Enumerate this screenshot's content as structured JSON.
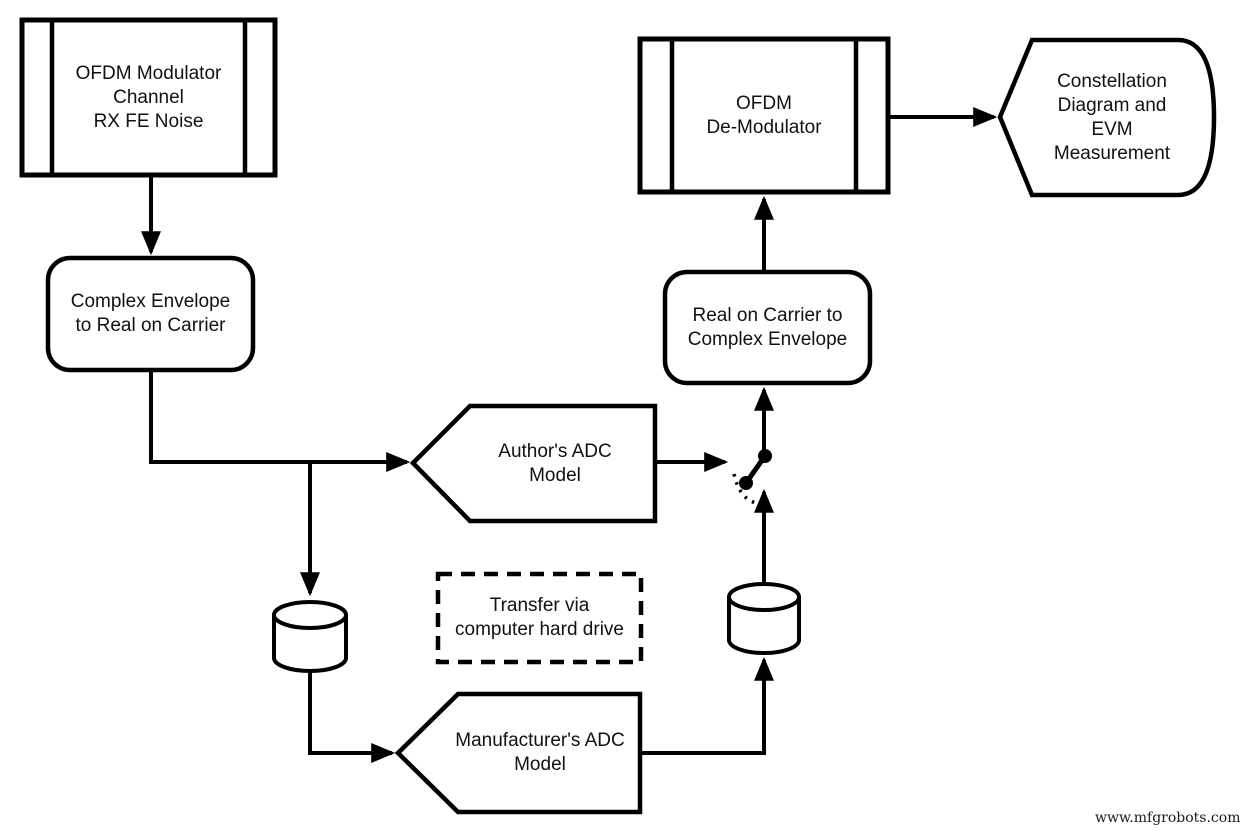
{
  "diagram": {
    "background": "#ffffff",
    "line_color": "#000000",
    "text_color": "#111111",
    "nodes": {
      "ofdm_modulator": {
        "label": "OFDM Modulator\nChannel\nRX FE Noise",
        "shape": "subroutine-block"
      },
      "complex_to_real": {
        "label": "Complex Envelope\nto Real on Carrier",
        "shape": "rounded-rect"
      },
      "authors_adc": {
        "label": "Author's ADC\nModel",
        "shape": "left-point-pentagon"
      },
      "transfer_note": {
        "label": "Transfer via\ncomputer hard drive",
        "shape": "dashed-rect"
      },
      "manufacturers_adc": {
        "label": "Manufacturer's ADC\nModel",
        "shape": "left-point-pentagon"
      },
      "storage_left": {
        "label": "",
        "shape": "cylinder"
      },
      "storage_right": {
        "label": "",
        "shape": "cylinder"
      },
      "selector_switch": {
        "label": "",
        "shape": "spdt-switch"
      },
      "real_to_complex": {
        "label": "Real on Carrier to\nComplex Envelope",
        "shape": "rounded-rect"
      },
      "ofdm_demodulator": {
        "label": "OFDM\nDe-Modulator",
        "shape": "subroutine-block"
      },
      "constellation": {
        "label": "Constellation\nDiagram and\nEVM\nMeasurement",
        "shape": "display"
      }
    },
    "edges": [
      {
        "from": "ofdm_modulator",
        "to": "complex_to_real"
      },
      {
        "from": "complex_to_real",
        "to": "authors_adc"
      },
      {
        "from": "complex_to_real",
        "to": "storage_left"
      },
      {
        "from": "authors_adc",
        "to": "selector_switch"
      },
      {
        "from": "storage_left",
        "to": "manufacturers_adc"
      },
      {
        "from": "manufacturers_adc",
        "to": "storage_right"
      },
      {
        "from": "storage_right",
        "to": "selector_switch"
      },
      {
        "from": "selector_switch",
        "to": "real_to_complex"
      },
      {
        "from": "real_to_complex",
        "to": "ofdm_demodulator"
      },
      {
        "from": "ofdm_demodulator",
        "to": "constellation"
      }
    ],
    "watermark": "www.mfgrobots.com"
  }
}
